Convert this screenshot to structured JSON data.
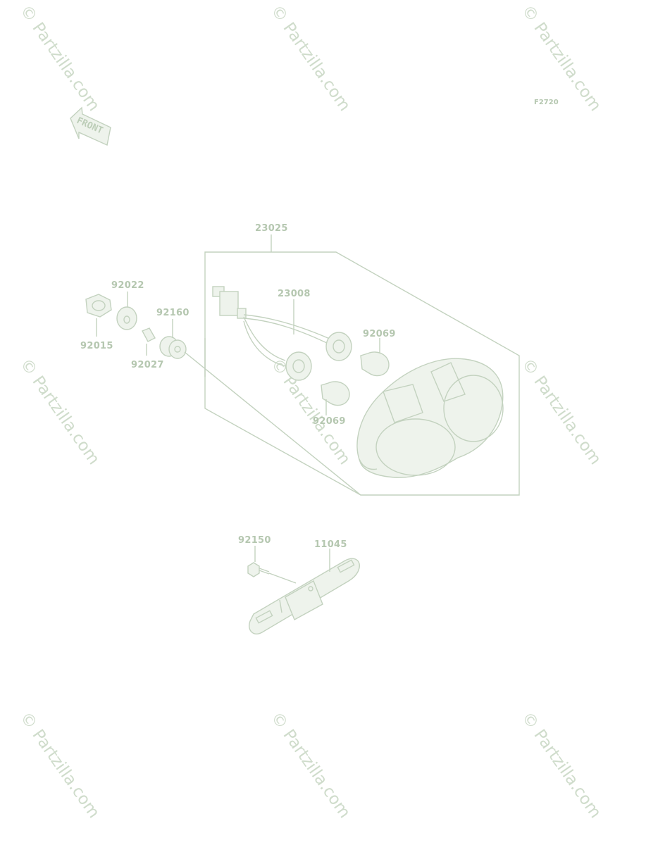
{
  "diagram_code": "F2720",
  "front_arrow_text": "FRONT",
  "watermark": "© Partzilla.com",
  "parts": {
    "p23025": "23025",
    "p23008": "23008",
    "p92022": "92022",
    "p92160": "92160",
    "p92015": "92015",
    "p92027": "92027",
    "p92069_a": "92069",
    "p92069_b": "92069",
    "p92150": "92150",
    "p11045": "11045"
  },
  "colors": {
    "line": "#c3d2bf",
    "text": "#b5c7b0",
    "watermark": "#cfdccb"
  }
}
